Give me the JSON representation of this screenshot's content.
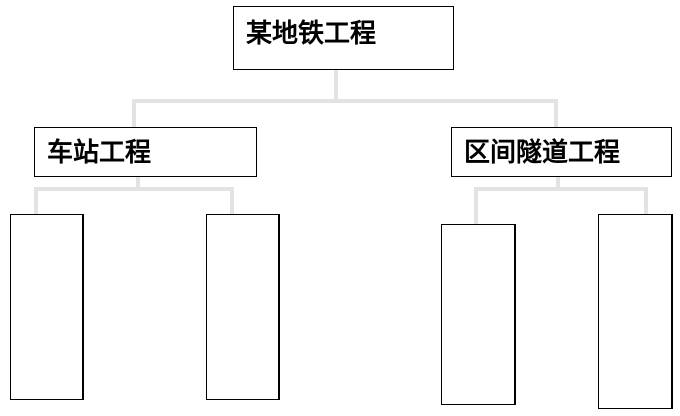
{
  "diagram": {
    "root": {
      "label": "某地铁工程"
    },
    "branches": [
      {
        "label": "车站工程",
        "children": [
          "",
          ""
        ]
      },
      {
        "label": "区间隧道工程",
        "children": [
          "",
          ""
        ]
      }
    ]
  },
  "colors": {
    "border": "#000000",
    "connector": "#e3e3e3",
    "background": "#ffffff"
  }
}
